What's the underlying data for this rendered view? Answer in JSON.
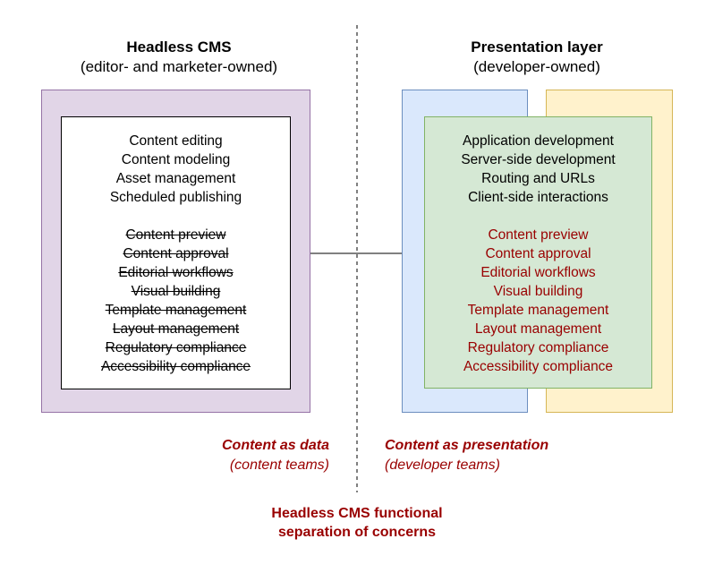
{
  "colors": {
    "cms_outer_fill": "#e1d5e7",
    "cms_outer_border": "#9673a6",
    "blue_fill": "#dae8fc",
    "blue_border": "#6c8ebf",
    "yellow_fill": "#fff2cc",
    "yellow_border": "#d6b656",
    "green_fill": "#d5e8d4",
    "green_border": "#82b366",
    "accent": "#990000"
  },
  "left": {
    "title": "Headless CMS",
    "subtitle": "(editor- and marketer-owned)",
    "capabilities": [
      "Content editing",
      "Content modeling",
      "Asset management",
      "Scheduled publishing"
    ],
    "removed": [
      "Content preview",
      "Content approval",
      "Editorial workflows",
      "Visual building",
      "Template management",
      "Layout management",
      "Regulatory compliance",
      "Accessibility compliance"
    ],
    "label_title": "Content as data",
    "label_sub": "(content teams)"
  },
  "right": {
    "title": "Presentation layer",
    "subtitle": "(developer-owned)",
    "capabilities": [
      "Application development",
      "Server-side development",
      "Routing and URLs",
      "Client-side interactions"
    ],
    "added": [
      "Content preview",
      "Content approval",
      "Editorial workflows",
      "Visual building",
      "Template management",
      "Layout management",
      "Regulatory compliance",
      "Accessibility compliance"
    ],
    "label_title": "Content as presentation",
    "label_sub": "(developer teams)"
  },
  "caption": {
    "line1": "Headless CMS functional",
    "line2": "separation of concerns"
  }
}
